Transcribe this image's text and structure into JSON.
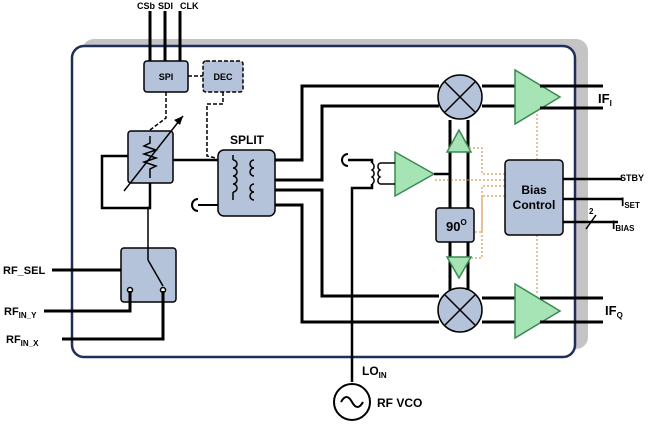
{
  "colors": {
    "block_fill": "#b4c2da",
    "amp_fill": "#a6e3b5",
    "amp_stroke": "#3a8a52",
    "frame_stroke": "#1f2f5a",
    "shadow": "#c4c4c4",
    "bias_trace": "#c8843a",
    "wire": "#000000"
  },
  "top_pins": {
    "csb": "CSb",
    "sdi": "SDI",
    "clk": "CLK"
  },
  "blocks": {
    "spi": "SPI",
    "dec": "DEC",
    "split": "SPLIT",
    "phase": "90",
    "phase_deg": "O",
    "bias_line1": "Bias",
    "bias_line2": "Control"
  },
  "left_pins": {
    "rf_sel": "RF_SEL",
    "rf_in_y_main": "RF",
    "rf_in_y_sub": "IN_Y",
    "rf_in_x_main": "RF",
    "rf_in_x_sub": "IN_X"
  },
  "right_pins": {
    "if_i_main": "IF",
    "if_i_sub": "I",
    "stby": "STBY",
    "iset_main": "I",
    "iset_sub": "SET",
    "ibias_main": "I",
    "ibias_sub": "BIAS",
    "bus_width": "2",
    "if_q_main": "IF",
    "if_q_sub": "Q"
  },
  "lo": {
    "lo_main": "LO",
    "lo_sub": "IN",
    "vco_label": "RF VCO"
  }
}
